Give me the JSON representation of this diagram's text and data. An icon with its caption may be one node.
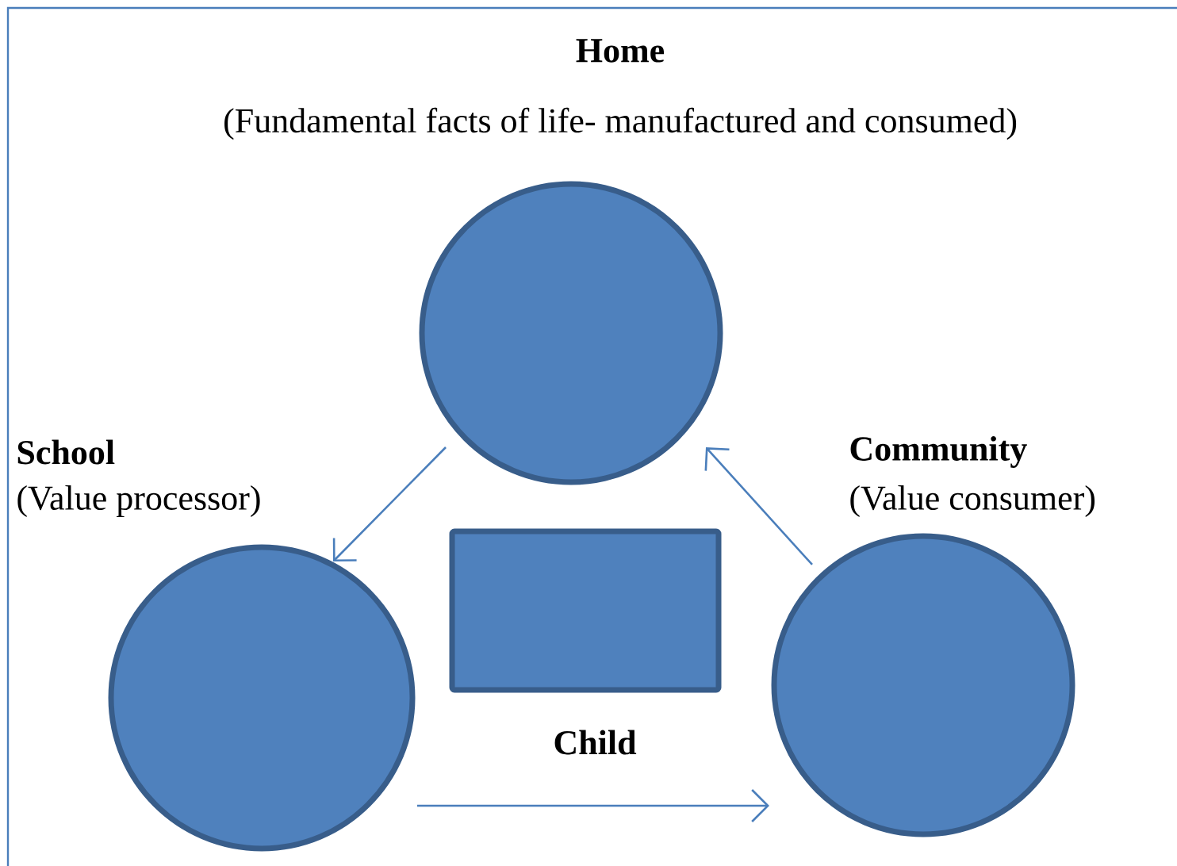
{
  "diagram": {
    "nodes": [
      {
        "text": [
          "Home",
          "(Fundamental facts of life- manufactured and consumed)"
        ]
      },
      {
        "text": [
          "School",
          "(Value processor)"
        ]
      },
      {
        "text": [
          "Community",
          "(Value consumer)"
        ]
      },
      {
        "text": [
          "Child"
        ]
      }
    ],
    "edges": [
      {
        "from": 0,
        "to": 1,
        "arrow": "to"
      },
      {
        "from": 1,
        "to": 2,
        "arrow": "to"
      },
      {
        "from": 2,
        "to": 0,
        "arrow": "to"
      }
    ]
  }
}
